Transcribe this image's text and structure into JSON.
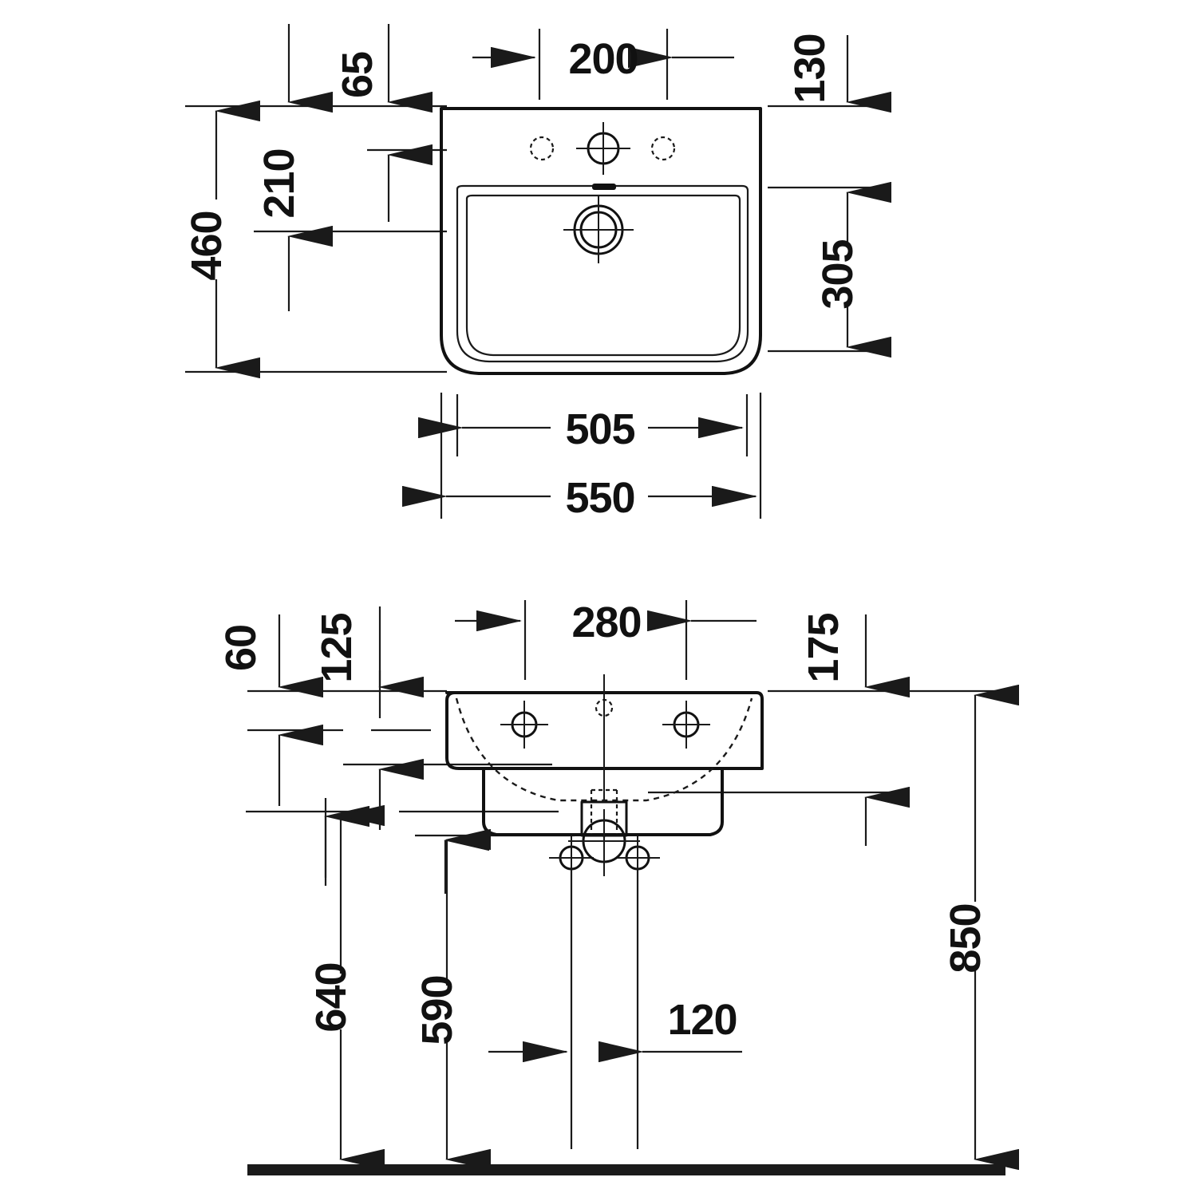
{
  "drawing": {
    "title": "Washbasin technical dimension drawing",
    "units": "mm",
    "line_color": "#1a1a1a",
    "background_color": "#ffffff",
    "views": [
      {
        "name": "top-view",
        "label": ""
      },
      {
        "name": "front-view",
        "label": ""
      }
    ]
  },
  "top_view": {
    "dimensions": {
      "d_65": "65",
      "d_200": "200",
      "d_130": "130",
      "d_210": "210",
      "d_460": "460",
      "d_305": "305",
      "d_505": "505",
      "d_550": "550"
    }
  },
  "front_view": {
    "dimensions": {
      "d_60": "60",
      "d_125": "125",
      "d_280": "280",
      "d_175": "175",
      "d_640": "640",
      "d_590": "590",
      "d_120": "120",
      "d_850": "850"
    }
  },
  "chart_data": {
    "type": "table",
    "title": "Washbasin dimensions (mm)",
    "categories": [
      "65",
      "200",
      "130",
      "210",
      "460",
      "305",
      "505",
      "550",
      "60",
      "125",
      "280",
      "175",
      "640",
      "590",
      "120",
      "850"
    ],
    "values": [
      65,
      200,
      130,
      210,
      460,
      305,
      505,
      550,
      60,
      125,
      280,
      175,
      640,
      590,
      120,
      850
    ]
  }
}
